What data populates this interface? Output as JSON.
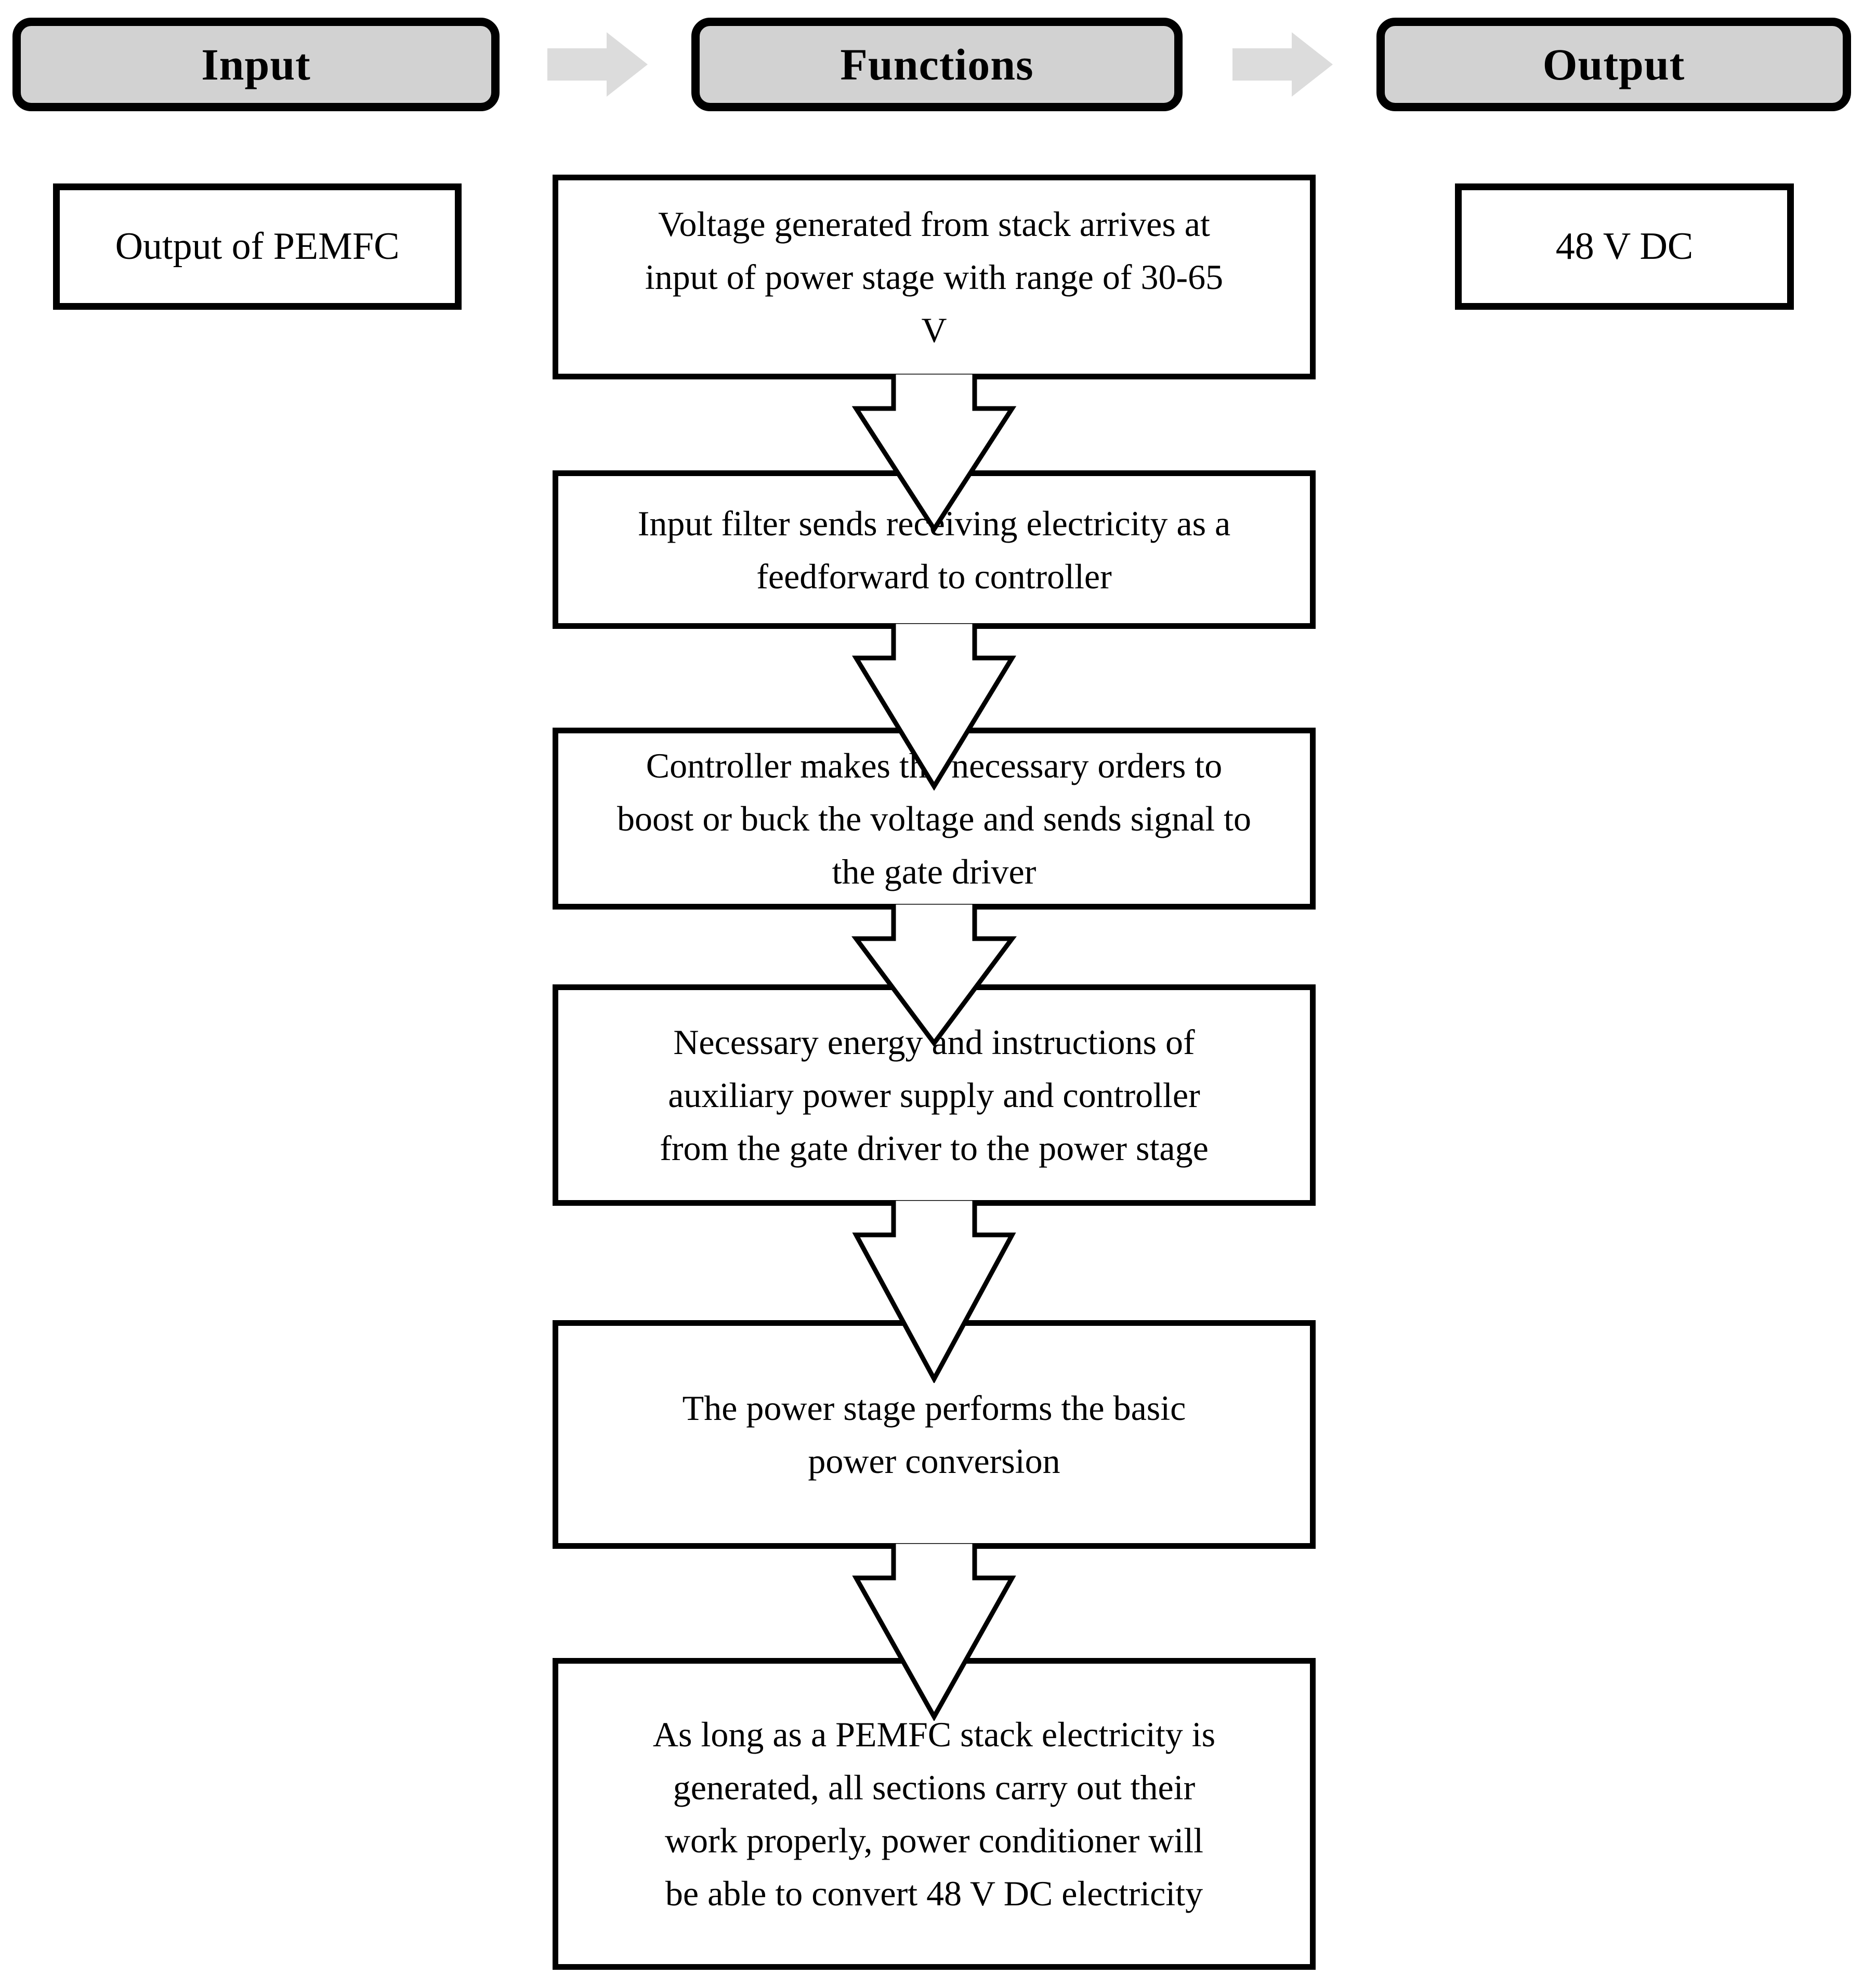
{
  "colors": {
    "header_fill": "#d2d2d2",
    "flow_arrow_fill": "#dcdcdc",
    "box_fill": "#ffffff",
    "line_color": "#000000"
  },
  "icons": {
    "flow_arrow_right": "flow-arrow-right-icon",
    "down_block_arrow": "down-block-arrow-icon"
  },
  "columns": {
    "input": {
      "header": "Input",
      "item": "Output of PEMFC"
    },
    "functions": {
      "header": "Functions",
      "steps": [
        {
          "lines": [
            "Voltage generated from stack arrives at",
            "input of power stage with range of 30-65",
            "V"
          ]
        },
        {
          "lines": [
            "Input filter sends receiving electricity as a",
            "feedforward to controller"
          ]
        },
        {
          "lines": [
            "Controller makes the necessary orders to",
            "boost or buck the voltage and sends signal to",
            "the gate driver"
          ]
        },
        {
          "lines": [
            "Necessary energy and instructions of",
            "auxiliary power supply and controller",
            "from the gate driver to the power stage"
          ]
        },
        {
          "lines": [
            "The power stage performs the basic",
            "power conversion"
          ]
        },
        {
          "lines": [
            "As long as a PEMFC stack electricity is",
            "generated, all sections carry out their",
            "work properly, power conditioner will",
            "be able to convert 48 V DC electricity"
          ]
        }
      ]
    },
    "output": {
      "header": "Output",
      "item": "48 V DC"
    }
  }
}
